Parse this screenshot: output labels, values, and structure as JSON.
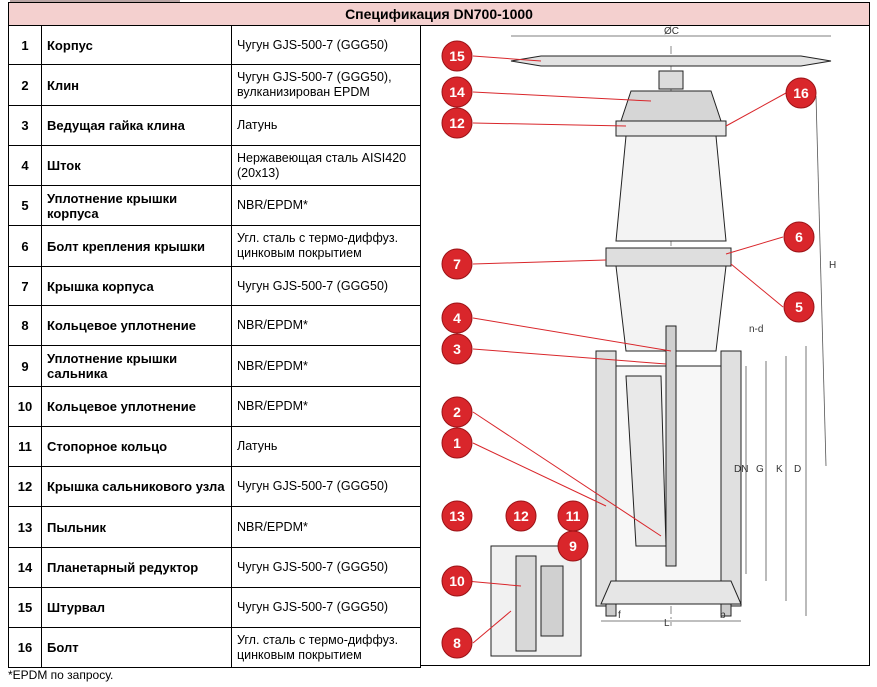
{
  "header": {
    "title": "Спецификация DN700-1000"
  },
  "parts": [
    {
      "num": "1",
      "name": "Корпус",
      "material": "Чугун GJS-500-7 (GGG50)"
    },
    {
      "num": "2",
      "name": "Клин",
      "material": "Чугун GJS-500-7 (GGG50), вулканизирован EPDM"
    },
    {
      "num": "3",
      "name": "Ведущая гайка клина",
      "material": "Латунь"
    },
    {
      "num": "4",
      "name": "Шток",
      "material": "Нержавеющая сталь AISI420 (20x13)"
    },
    {
      "num": "5",
      "name": "Уплотнение крышки корпуса",
      "material": "NBR/EPDM*"
    },
    {
      "num": "6",
      "name": "Болт крепления крышки",
      "material": "Угл. сталь с термо-диффуз. цинковым покрытием"
    },
    {
      "num": "7",
      "name": "Крышка корпуса",
      "material": "Чугун GJS-500-7 (GGG50)"
    },
    {
      "num": "8",
      "name": "Кольцевое уплотнение",
      "material": "NBR/EPDM*"
    },
    {
      "num": "9",
      "name": "Уплотнение крышки сальника",
      "material": "NBR/EPDM*"
    },
    {
      "num": "10",
      "name": "Кольцевое уплотнение",
      "material": "NBR/EPDM*"
    },
    {
      "num": "11",
      "name": "Стопорное кольцо",
      "material": "Латунь"
    },
    {
      "num": "12",
      "name": "Крышка сальникового узла",
      "material": "Чугун GJS-500-7 (GGG50)"
    },
    {
      "num": "13",
      "name": "Пыльник",
      "material": "NBR/EPDM*"
    },
    {
      "num": "14",
      "name": "Планетарный редуктор",
      "material": "Чугун GJS-500-7 (GGG50)"
    },
    {
      "num": "15",
      "name": "Штурвал",
      "material": "Чугун GJS-500-7 (GGG50)"
    },
    {
      "num": "16",
      "name": "Болт",
      "material": "Угл. сталь с термо-диффуз. цинковым покрытием"
    }
  ],
  "drawing": {
    "dimensions": [
      "ØC",
      "H",
      "n-d",
      "DN",
      "G",
      "K",
      "D",
      "f",
      "L",
      "b"
    ],
    "callouts": [
      "15",
      "14",
      "12",
      "16",
      "6",
      "7",
      "5",
      "4",
      "3",
      "2",
      "1",
      "13",
      "12",
      "11",
      "9",
      "10",
      "8"
    ],
    "accent_color": "#d9262b"
  },
  "footnote": "*EPDM по запросу."
}
